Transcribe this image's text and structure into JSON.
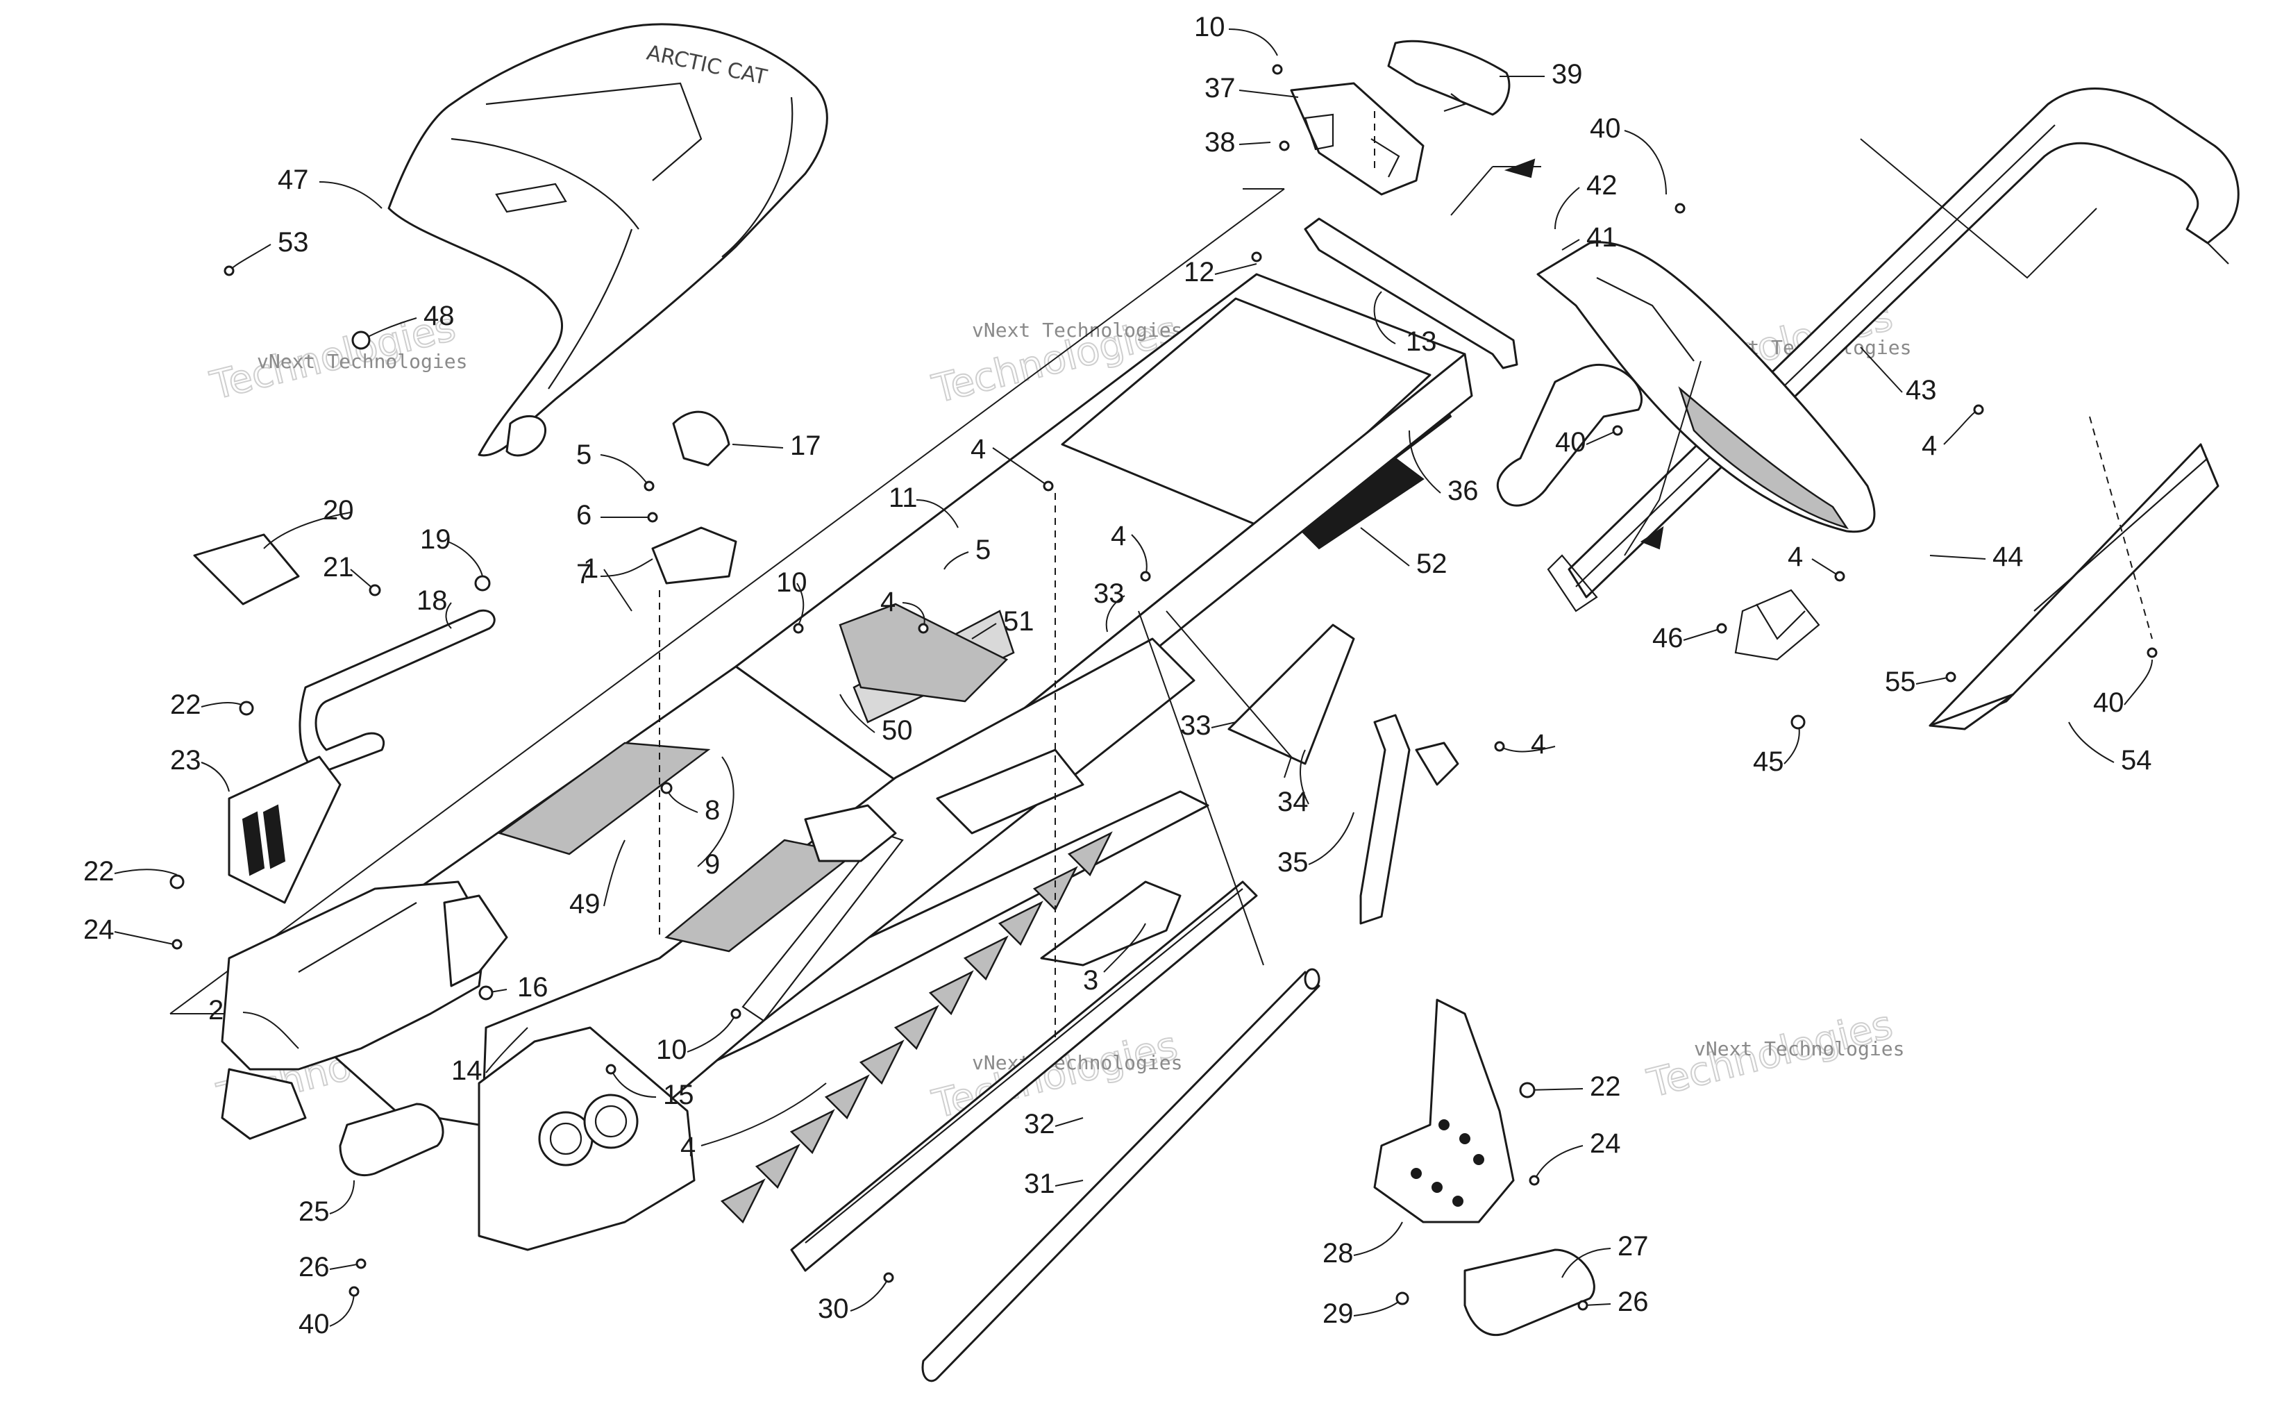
{
  "diagram": {
    "watermark_small": "vNext Technologies",
    "watermark_large": "Technologies",
    "callouts": [
      "1",
      "2",
      "3",
      "4",
      "4",
      "4",
      "4",
      "4",
      "4",
      "4",
      "5",
      "5",
      "6",
      "7",
      "8",
      "9",
      "10",
      "10",
      "10",
      "11",
      "12",
      "13",
      "14",
      "15",
      "16",
      "17",
      "18",
      "19",
      "20",
      "21",
      "22",
      "22",
      "22",
      "23",
      "24",
      "24",
      "25",
      "26",
      "26",
      "27",
      "28",
      "29",
      "30",
      "31",
      "32",
      "33",
      "33",
      "34",
      "35",
      "36",
      "37",
      "38",
      "39",
      "40",
      "40",
      "40",
      "40",
      "41",
      "42",
      "43",
      "44",
      "45",
      "46",
      "47",
      "48",
      "49",
      "50",
      "51",
      "52",
      "53",
      "54",
      "55"
    ]
  }
}
